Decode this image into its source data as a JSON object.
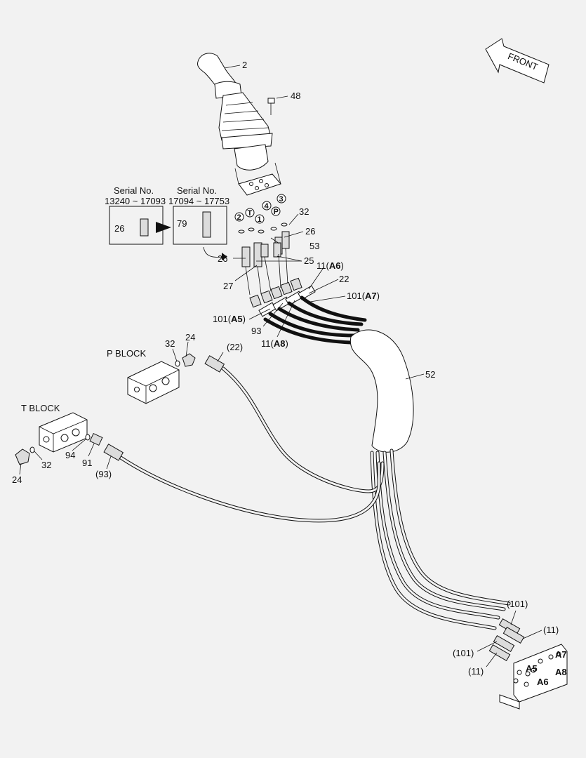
{
  "front_arrow": {
    "text": "FRONT"
  },
  "serial_boxes": [
    {
      "title": "Serial No.",
      "range": "13240 ~ 17093",
      "part": "26"
    },
    {
      "title": "Serial No.",
      "range": "17094 ~ 17753",
      "part": "79"
    }
  ],
  "ports": [
    "2",
    "T",
    "1",
    "4",
    "P",
    "3"
  ],
  "blocks": {
    "p_block": "P BLOCK",
    "t_block": "T BLOCK"
  },
  "callouts": {
    "c2": "2",
    "c48": "48",
    "c32a": "32",
    "c26a": "26",
    "c53": "53",
    "c26b": "26",
    "c25": "25",
    "c27": "27",
    "c11a6_n": "11(",
    "c11a6_b": "A6",
    "c11a6_e": ")",
    "c22": "22",
    "c101a7_n": "101(",
    "c101a7_b": "A7",
    "c101a7_e": ")",
    "c101a5_n": "101(",
    "c101a5_b": "A5",
    "c101a5_e": ")",
    "c93": "93",
    "c11a8_n": "11(",
    "c11a8_b": "A8",
    "c11a8_e": ")",
    "c24a": "24",
    "c32b": "32",
    "c22p": "(22)",
    "c52": "52",
    "c94": "94",
    "c91": "91",
    "c32c": "32",
    "c24b": "24",
    "c93p": "(93)",
    "c101p_a": "(101)",
    "c11p_a": "(11)",
    "c101p_b": "(101)",
    "c11p_b": "(11)",
    "a5": "A5",
    "a7": "A7",
    "a8": "A8",
    "a6": "A6"
  }
}
